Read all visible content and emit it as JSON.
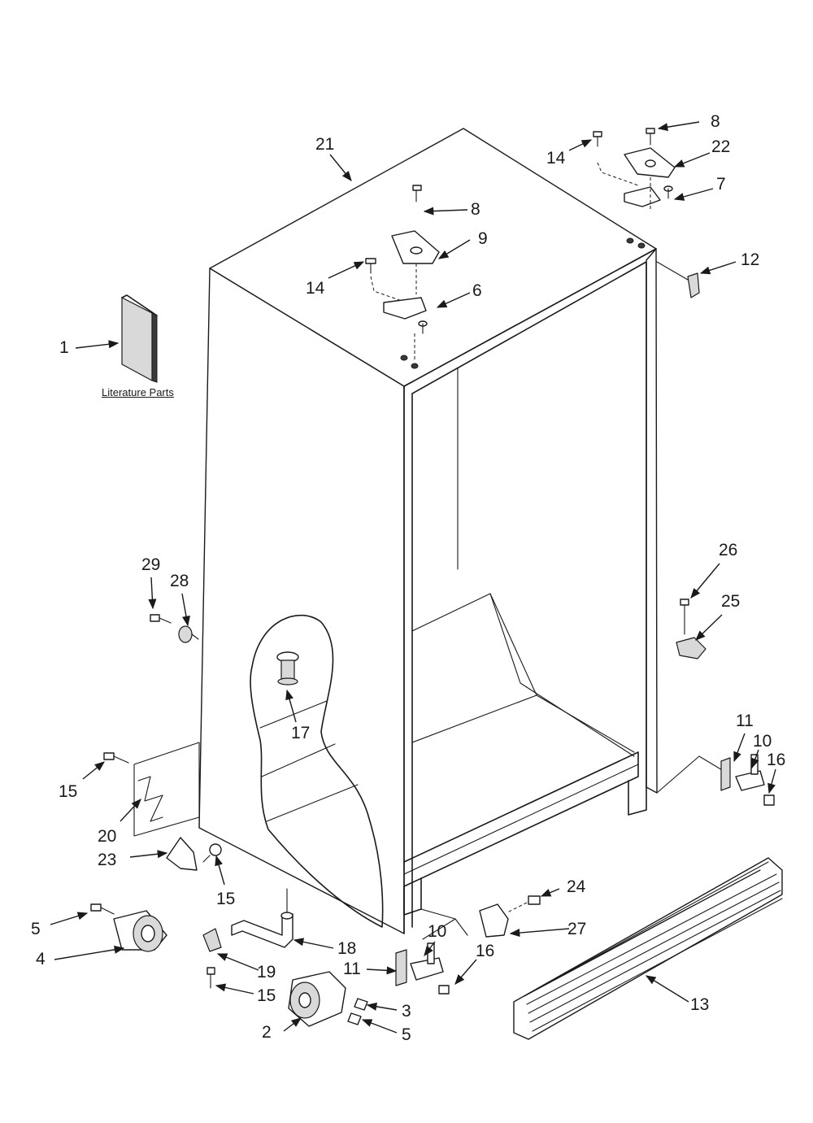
{
  "literature_label": "Literature Parts",
  "callouts": {
    "c1": "1",
    "c2": "2",
    "c3": "3",
    "c4": "4",
    "c5a": "5",
    "c5b": "5",
    "c6": "6",
    "c7": "7",
    "c8a": "8",
    "c8b": "8",
    "c9": "9",
    "c10a": "10",
    "c10b": "10",
    "c11a": "11",
    "c11b": "11",
    "c12": "12",
    "c13": "13",
    "c14a": "14",
    "c14b": "14",
    "c15a": "15",
    "c15b": "15",
    "c15c": "15",
    "c16a": "16",
    "c16b": "16",
    "c17": "17",
    "c18": "18",
    "c19": "19",
    "c20": "20",
    "c21": "21",
    "c22": "22",
    "c23": "23",
    "c24": "24",
    "c25": "25",
    "c26": "26",
    "c27": "27",
    "c28": "28",
    "c29": "29"
  }
}
